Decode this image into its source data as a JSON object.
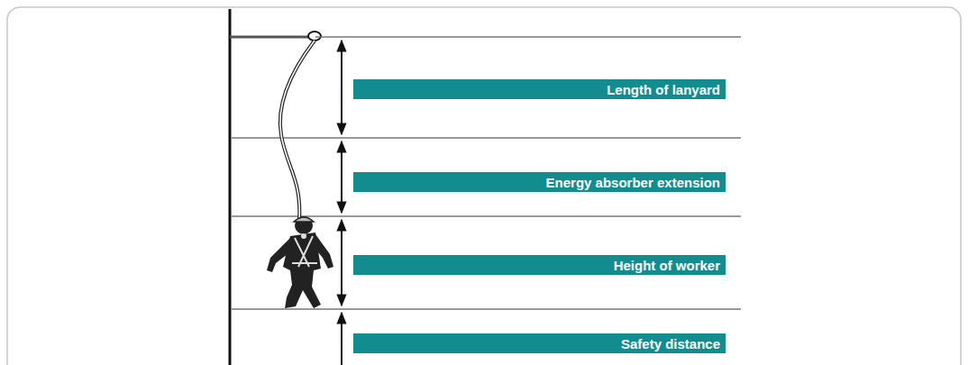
{
  "diagram": {
    "nodes": [
      {
        "text": [
          "Length of lanyard"
        ]
      },
      {
        "text": [
          "Energy absorber extension"
        ]
      },
      {
        "text": [
          "Height of worker"
        ]
      },
      {
        "text": [
          "Safety distance"
        ]
      }
    ]
  }
}
